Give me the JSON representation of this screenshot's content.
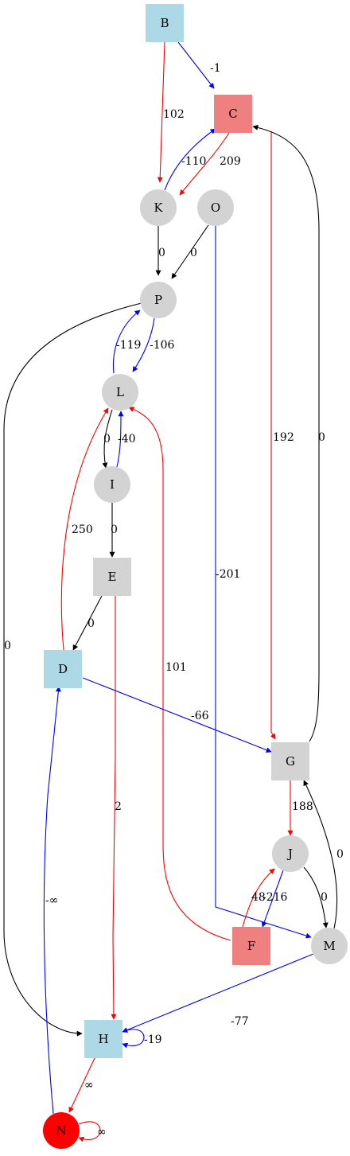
{
  "colors": {
    "light_blue": "#add8e6",
    "light_coral": "#f08080",
    "light_gray": "#d3d3d3",
    "red": "#ff0000",
    "edge_red": "#ff0000",
    "edge_blue": "#0000ff",
    "edge_black": "#000000"
  },
  "nodes": [
    {
      "id": "B",
      "label": "B",
      "shape": "box",
      "fill": "light_blue"
    },
    {
      "id": "C",
      "label": "C",
      "shape": "box",
      "fill": "light_coral"
    },
    {
      "id": "K",
      "label": "K",
      "shape": "circle",
      "fill": "light_gray"
    },
    {
      "id": "O",
      "label": "O",
      "shape": "circle",
      "fill": "light_gray"
    },
    {
      "id": "P",
      "label": "P",
      "shape": "circle",
      "fill": "light_gray"
    },
    {
      "id": "L",
      "label": "L",
      "shape": "circle",
      "fill": "light_gray"
    },
    {
      "id": "I",
      "label": "I",
      "shape": "circle",
      "fill": "light_gray"
    },
    {
      "id": "E",
      "label": "E",
      "shape": "box",
      "fill": "light_gray"
    },
    {
      "id": "D",
      "label": "D",
      "shape": "box",
      "fill": "light_blue"
    },
    {
      "id": "G",
      "label": "G",
      "shape": "box",
      "fill": "light_gray"
    },
    {
      "id": "J",
      "label": "J",
      "shape": "circle",
      "fill": "light_gray"
    },
    {
      "id": "F",
      "label": "F",
      "shape": "box",
      "fill": "light_coral"
    },
    {
      "id": "M",
      "label": "M",
      "shape": "circle",
      "fill": "light_gray"
    },
    {
      "id": "H",
      "label": "H",
      "shape": "box",
      "fill": "light_blue"
    },
    {
      "id": "N",
      "label": "N",
      "shape": "circle",
      "fill": "red"
    }
  ],
  "edges": [
    {
      "from": "B",
      "to": "C",
      "weight": "-1",
      "color": "edge_blue"
    },
    {
      "from": "B",
      "to": "K",
      "weight": "102",
      "color": "edge_red"
    },
    {
      "from": "K",
      "to": "C",
      "weight": "-110",
      "color": "edge_blue"
    },
    {
      "from": "C",
      "to": "K",
      "weight": "209",
      "color": "edge_red"
    },
    {
      "from": "C",
      "to": "G",
      "weight": "192",
      "color": "edge_red"
    },
    {
      "from": "G",
      "to": "C",
      "weight": "0",
      "color": "edge_black"
    },
    {
      "from": "K",
      "to": "P",
      "weight": "0",
      "color": "edge_black"
    },
    {
      "from": "O",
      "to": "P",
      "weight": "0",
      "color": "edge_black"
    },
    {
      "from": "O",
      "to": "M",
      "weight": "-201",
      "color": "edge_blue"
    },
    {
      "from": "L",
      "to": "P",
      "weight": "-119",
      "color": "edge_blue"
    },
    {
      "from": "P",
      "to": "L",
      "weight": "-106",
      "color": "edge_blue"
    },
    {
      "from": "P",
      "to": "H",
      "weight": "0",
      "color": "edge_black"
    },
    {
      "from": "L",
      "to": "I",
      "weight": "0",
      "color": "edge_black"
    },
    {
      "from": "I",
      "to": "L",
      "weight": "-40",
      "color": "edge_blue"
    },
    {
      "from": "I",
      "to": "E",
      "weight": "0",
      "color": "edge_black"
    },
    {
      "from": "D",
      "to": "L",
      "weight": "250",
      "color": "edge_red"
    },
    {
      "from": "E",
      "to": "D",
      "weight": "0",
      "color": "edge_black"
    },
    {
      "from": "E",
      "to": "H",
      "weight": "2",
      "color": "edge_red"
    },
    {
      "from": "F",
      "to": "L",
      "weight": "101",
      "color": "edge_red"
    },
    {
      "from": "D",
      "to": "G",
      "weight": "-66",
      "color": "edge_blue"
    },
    {
      "from": "G",
      "to": "J",
      "weight": "188",
      "color": "edge_red"
    },
    {
      "from": "M",
      "to": "G",
      "weight": "0",
      "color": "edge_black"
    },
    {
      "from": "J",
      "to": "M",
      "weight": "0",
      "color": "edge_black"
    },
    {
      "from": "J",
      "to": "F",
      "weight": "-216",
      "color": "edge_blue"
    },
    {
      "from": "F",
      "to": "J",
      "weight": "48",
      "color": "edge_red"
    },
    {
      "from": "M",
      "to": "H",
      "weight": "-77",
      "color": "edge_blue"
    },
    {
      "from": "H",
      "to": "H",
      "weight": "-19",
      "color": "edge_blue"
    },
    {
      "from": "N",
      "to": "D",
      "weight": "-∞",
      "color": "edge_blue"
    },
    {
      "from": "H",
      "to": "N",
      "weight": "∞",
      "color": "edge_red"
    },
    {
      "from": "N",
      "to": "N",
      "weight": "∞",
      "color": "edge_red"
    }
  ]
}
